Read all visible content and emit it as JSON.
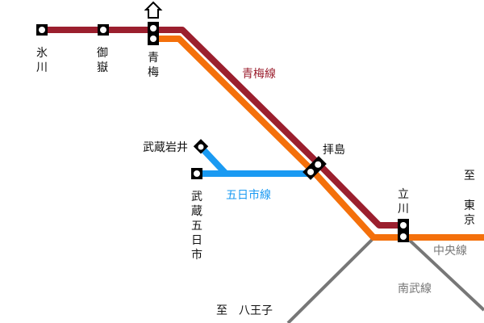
{
  "lines": [
    {
      "name": "青梅線",
      "color": "#9b1f2e"
    },
    {
      "name": "五日市線",
      "color": "#1a9af2"
    },
    {
      "name": "中央線",
      "color": "#f4700b"
    },
    {
      "name": "南武線",
      "color": "#777777"
    }
  ],
  "stations": {
    "hikawa": [
      "氷",
      "川"
    ],
    "mitake": [
      "御",
      "嶽"
    ],
    "ome": [
      "青",
      "梅"
    ],
    "musashi_itsukaichi": [
      "武",
      "蔵",
      "五",
      "日",
      "市"
    ],
    "musashi_iwai": "武蔵岩井",
    "haijima": "拝島",
    "tachikawa": "立川"
  },
  "destinations": {
    "tokyo_to": "至",
    "tokyo": [
      "東",
      "京"
    ],
    "hachioji": "至　八王子"
  },
  "icons": {
    "ome_terminal": "home-icon"
  }
}
